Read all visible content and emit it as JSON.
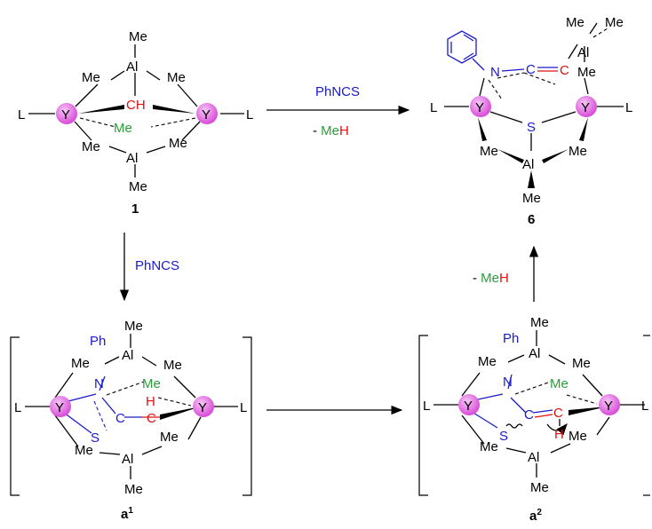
{
  "colors": {
    "yttrium_sphere": "#e066e0",
    "reagent_blue": "#1a1acc",
    "carbon_hydrogen_red": "#e01010",
    "methyl_green": "#2a9d3a"
  },
  "atoms": {
    "Y": "Y",
    "L": "L",
    "Al": "Al",
    "Me": "Me",
    "CH": "CH",
    "C": "C",
    "H": "H",
    "N": "N",
    "S": "S",
    "Ph": "Ph"
  },
  "compounds": {
    "c1": "1",
    "c6": "6",
    "a1_base": "a",
    "a1_sup": "1",
    "a2_base": "a",
    "a2_sup": "2"
  },
  "reagents": {
    "top_reagent": "PhNCS",
    "top_byproduct_prefix": "- ",
    "top_byproduct_me": "Me",
    "top_byproduct_h": "H",
    "down_reagent": "PhNCS",
    "up_byproduct_prefix": "- ",
    "up_byproduct_me": "Me",
    "up_byproduct_h": "H"
  }
}
